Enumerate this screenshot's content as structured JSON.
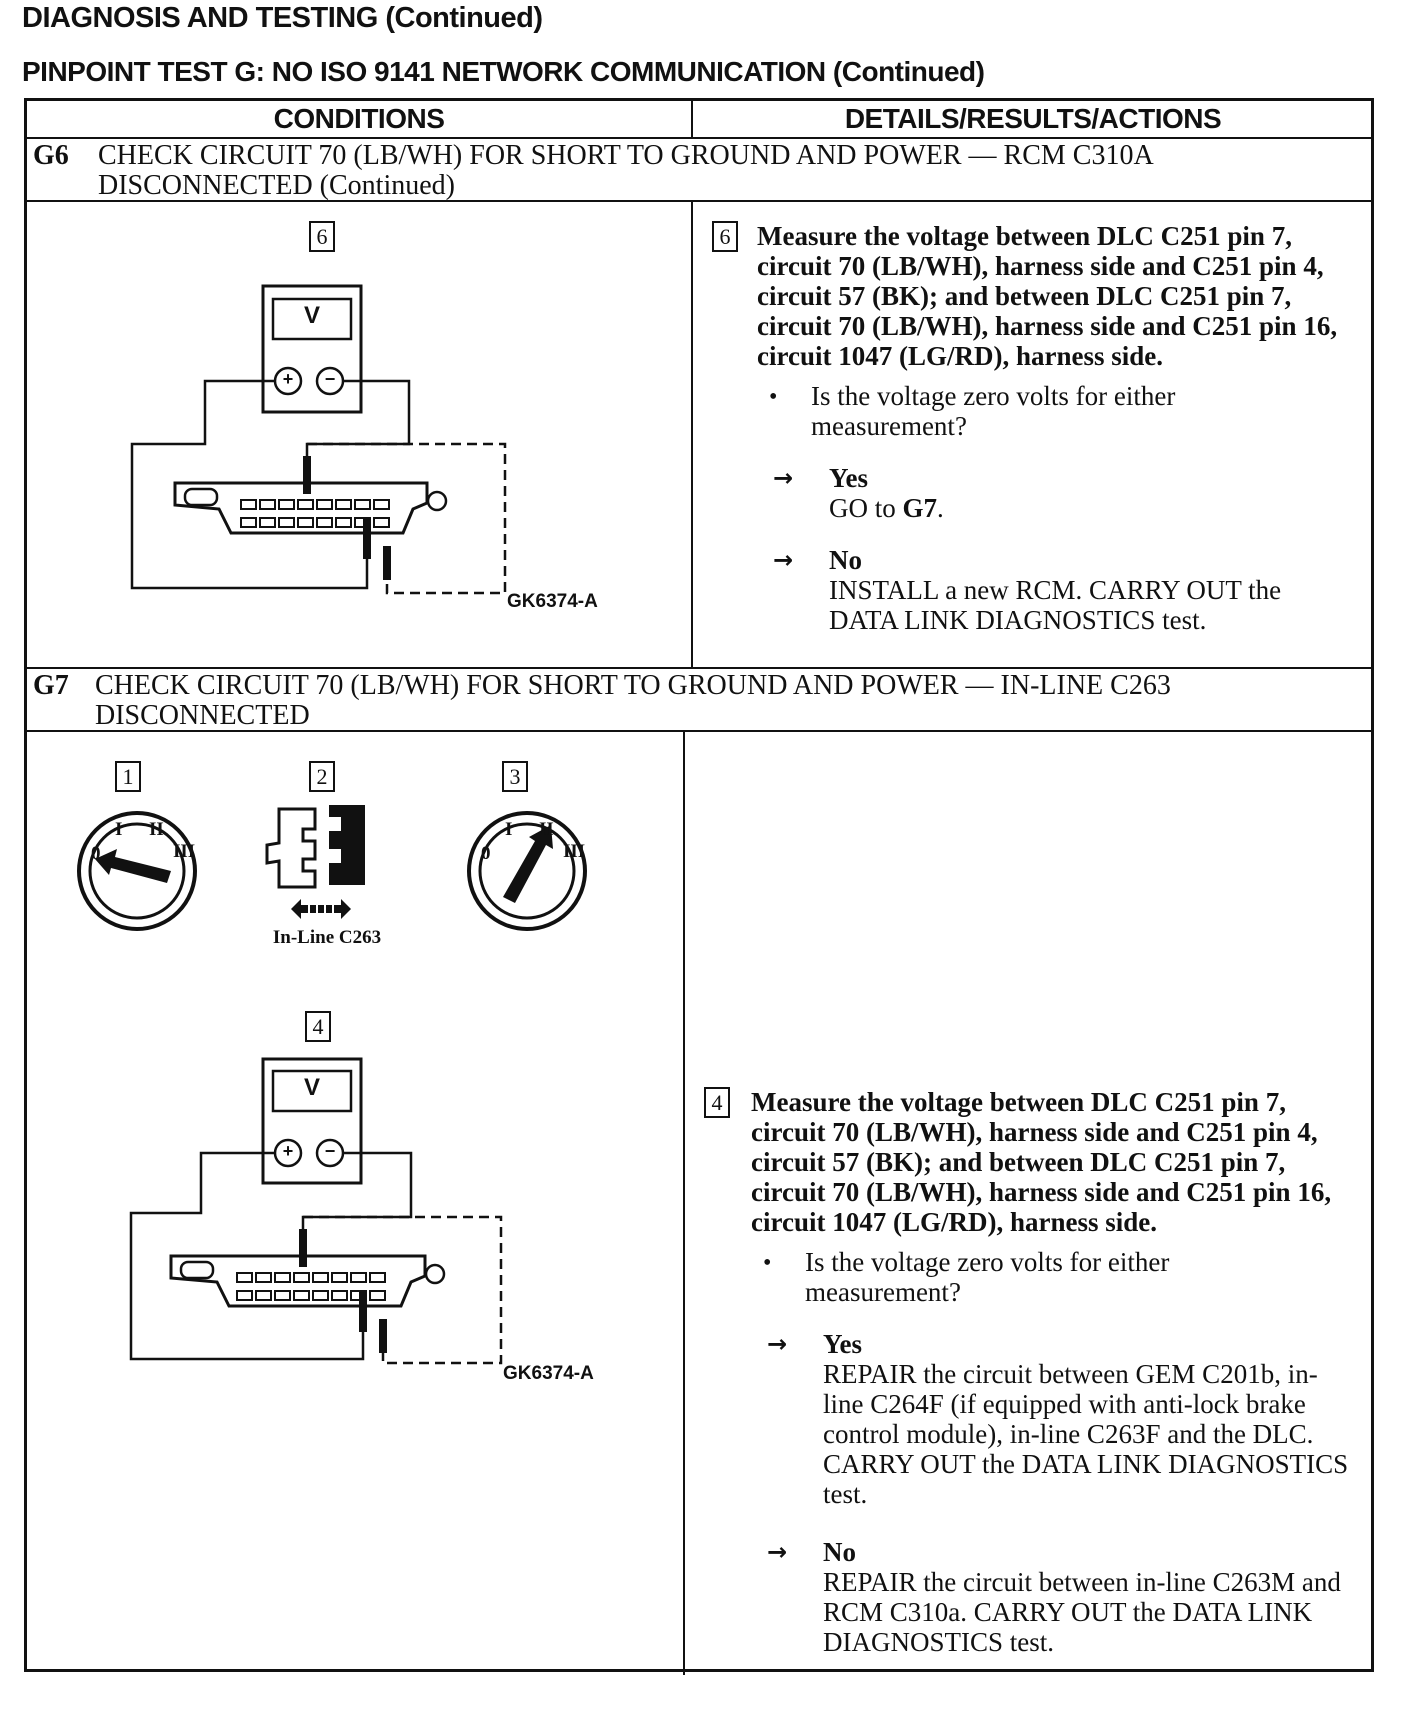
{
  "page": {
    "heading": "DIAGNOSIS AND TESTING (Continued)",
    "subheading": "PINPOINT TEST G: NO ISO 9141 NETWORK COMMUNICATION (Continued)"
  },
  "table": {
    "col_conditions": "CONDITIONS",
    "col_details": "DETAILS/RESULTS/ACTIONS"
  },
  "g6": {
    "id": "G6",
    "title": "CHECK CIRCUIT 70 (LB/WH) FOR SHORT TO GROUND AND POWER — RCM C310A DISCONNECTED (Continued)",
    "fig_step": "6",
    "fig_code": "GK6374-A",
    "meter_label": "V",
    "plus": "+",
    "minus": "−",
    "step_num": "6",
    "instruction": "Measure the voltage between DLC C251 pin 7, circuit 70 (LB/WH), harness side and C251 pin 4, circuit 57 (BK); and between DLC C251 pin 7, circuit 70 (LB/WH), harness side and C251 pin 16, circuit 1047 (LG/RD), harness side.",
    "question": "Is the voltage zero volts for either measurement?",
    "bullet": "•",
    "arrow": "→",
    "yes_label": "Yes",
    "yes_action_prefix": "GO to ",
    "yes_action_target": "G7",
    "yes_action_suffix": ".",
    "no_label": "No",
    "no_action": "INSTALL a new RCM. CARRY OUT the DATA LINK DIAGNOSTICS test."
  },
  "g7": {
    "id": "G7",
    "title": "CHECK CIRCUIT 70 (LB/WH) FOR SHORT TO GROUND AND POWER — IN-LINE C263 DISCONNECTED",
    "fig1_step": "1",
    "fig2_step": "2",
    "fig3_step": "3",
    "fig2_caption": "In-Line C263",
    "fig4_step": "4",
    "fig_code": "GK6374-A",
    "meter_label": "V",
    "plus": "+",
    "minus": "−",
    "ign_0": "0",
    "ign_i": "I",
    "ign_ii": "II",
    "ign_iii": "III",
    "step_num": "4",
    "instruction": "Measure the voltage between DLC C251 pin 7, circuit 70 (LB/WH), harness side and C251 pin 4, circuit 57 (BK); and between DLC C251 pin 7, circuit 70 (LB/WH), harness side and C251 pin 16, circuit 1047 (LG/RD), harness side.",
    "question": "Is the voltage zero volts for either measurement?",
    "bullet": "•",
    "arrow": "→",
    "yes_label": "Yes",
    "yes_action": "REPAIR the circuit between GEM C201b, in-line C264F (if equipped with anti-lock brake control module), in-line C263F and the DLC. CARRY OUT the DATA LINK DIAGNOSTICS test.",
    "no_label": "No",
    "no_action": "REPAIR the circuit between in-line C263M and RCM C310a. CARRY OUT the DATA LINK DIAGNOSTICS test."
  }
}
